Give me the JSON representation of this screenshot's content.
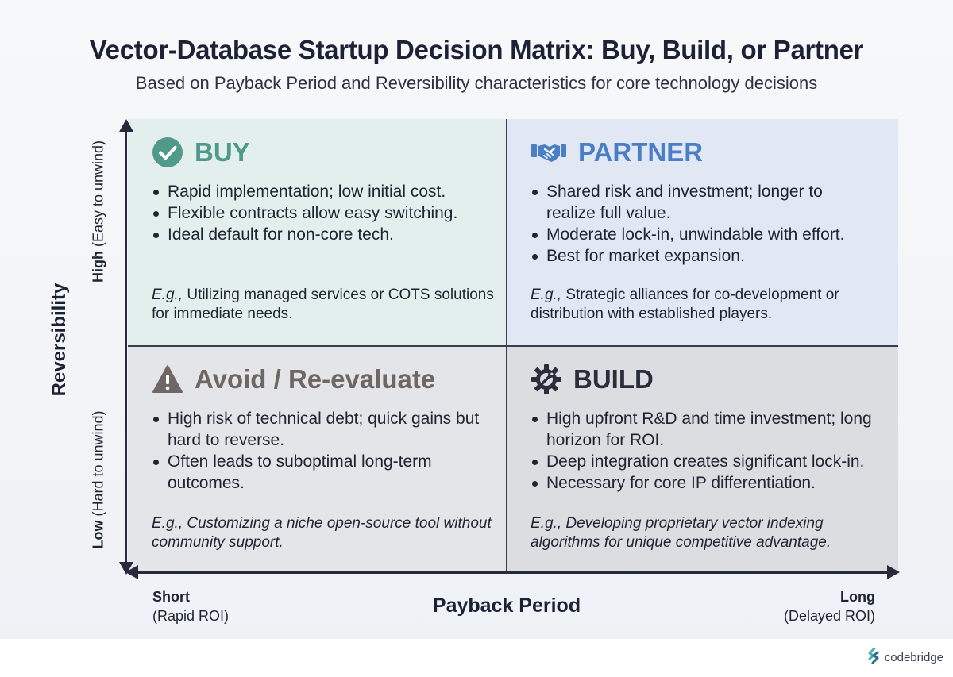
{
  "title": "Vector-Database Startup Decision Matrix: Buy, Build, or Partner",
  "subtitle": "Based on Payback Period and Reversibility characteristics for core technology decisions",
  "axes": {
    "y_title": "Reversibility",
    "y_high_bold": "High",
    "y_high_rest": " (Easy to unwind)",
    "y_low_bold": "Low",
    "y_low_rest": " (Hard to unwind)",
    "x_title": "Payback Period",
    "x_short_bold": "Short",
    "x_short_rest": "(Rapid ROI)",
    "x_long_bold": "Long",
    "x_long_rest": "(Delayed ROI)"
  },
  "quadrants": {
    "buy": {
      "title": "BUY",
      "icon": "checkmark-circle-icon",
      "color": "#4f9a8a",
      "bullets": [
        "Rapid implementation; low initial cost.",
        "Flexible contracts allow easy switching.",
        "Ideal default for non-core tech."
      ],
      "example_prefix": "E.g.,",
      "example_text": " Utilizing managed services or COTS solutions for immediate needs."
    },
    "partner": {
      "title": "PARTNER",
      "icon": "handshake-icon",
      "color": "#4a7fc6",
      "bullets": [
        "Shared risk and investment; longer to realize full value.",
        "Moderate lock-in, unwindable with effort.",
        "Best for market expansion."
      ],
      "example_prefix": "E.g.,",
      "example_text": " Strategic alliances for co-development or distribution with established players."
    },
    "avoid": {
      "title": "Avoid / Re-evaluate",
      "icon": "warning-triangle-icon",
      "color": "#6e6763",
      "bullets": [
        "High risk of technical debt; quick gains but hard to reverse.",
        "Often leads to suboptimal long-term outcomes."
      ],
      "example_text": "E.g., Customizing a niche open-source tool without community support."
    },
    "build": {
      "title": "BUILD",
      "icon": "gear-wrench-icon",
      "color": "#2a2e3c",
      "bullets": [
        "High upfront R&D and time investment; long horizon for ROI.",
        "Deep integration creates significant lock-in.",
        "Necessary for core IP differentiation."
      ],
      "example_text": "E.g., Developing proprietary vector indexing algorithms for unique competitive advantage."
    }
  },
  "logo": {
    "text": "codebridge",
    "icon": "codebridge-logo-icon"
  }
}
